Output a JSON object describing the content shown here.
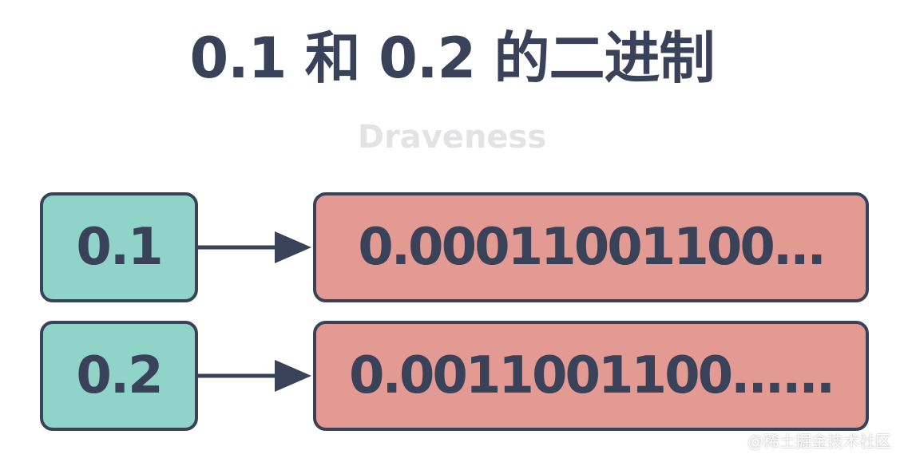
{
  "title": "0.1 和 0.2 的二进制",
  "subtitle": "Draveness",
  "rows": [
    {
      "decimal": "0.1",
      "binary": "0.00011001100..."
    },
    {
      "decimal": "0.2",
      "binary": "0.0011001100......"
    }
  ],
  "watermark": "@稀土掘金技术社区",
  "colors": {
    "decimal_fill": "#8fd3c9",
    "binary_fill": "#e39a93",
    "stroke": "#3a4259",
    "subtitle": "#e3e3e6"
  }
}
